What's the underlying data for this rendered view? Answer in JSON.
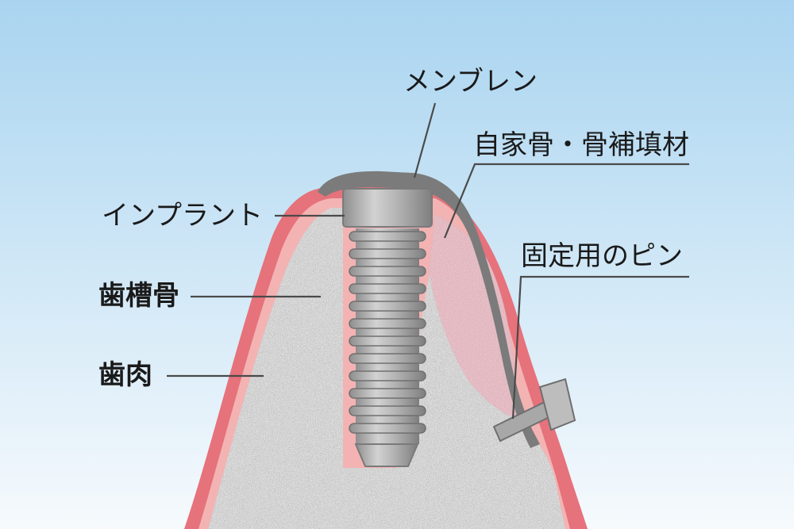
{
  "labels": {
    "membrane": "メンブレン",
    "bone_graft": "自家骨・骨補填材",
    "implant": "インプラント",
    "fixing_pin": "固定用のピン",
    "alveolar_bone": "歯槽骨",
    "gingiva": "歯肉"
  },
  "colors": {
    "sky_top": "#a9d4f0",
    "sky_bottom": "#f4f9fd",
    "gum": "#e6727b",
    "gum_light": "#f4b6b6",
    "bone": "#b6b6b6",
    "graft": "#c98c95",
    "membrane": "#7b7b7b",
    "implant": "#9a9a9a"
  }
}
